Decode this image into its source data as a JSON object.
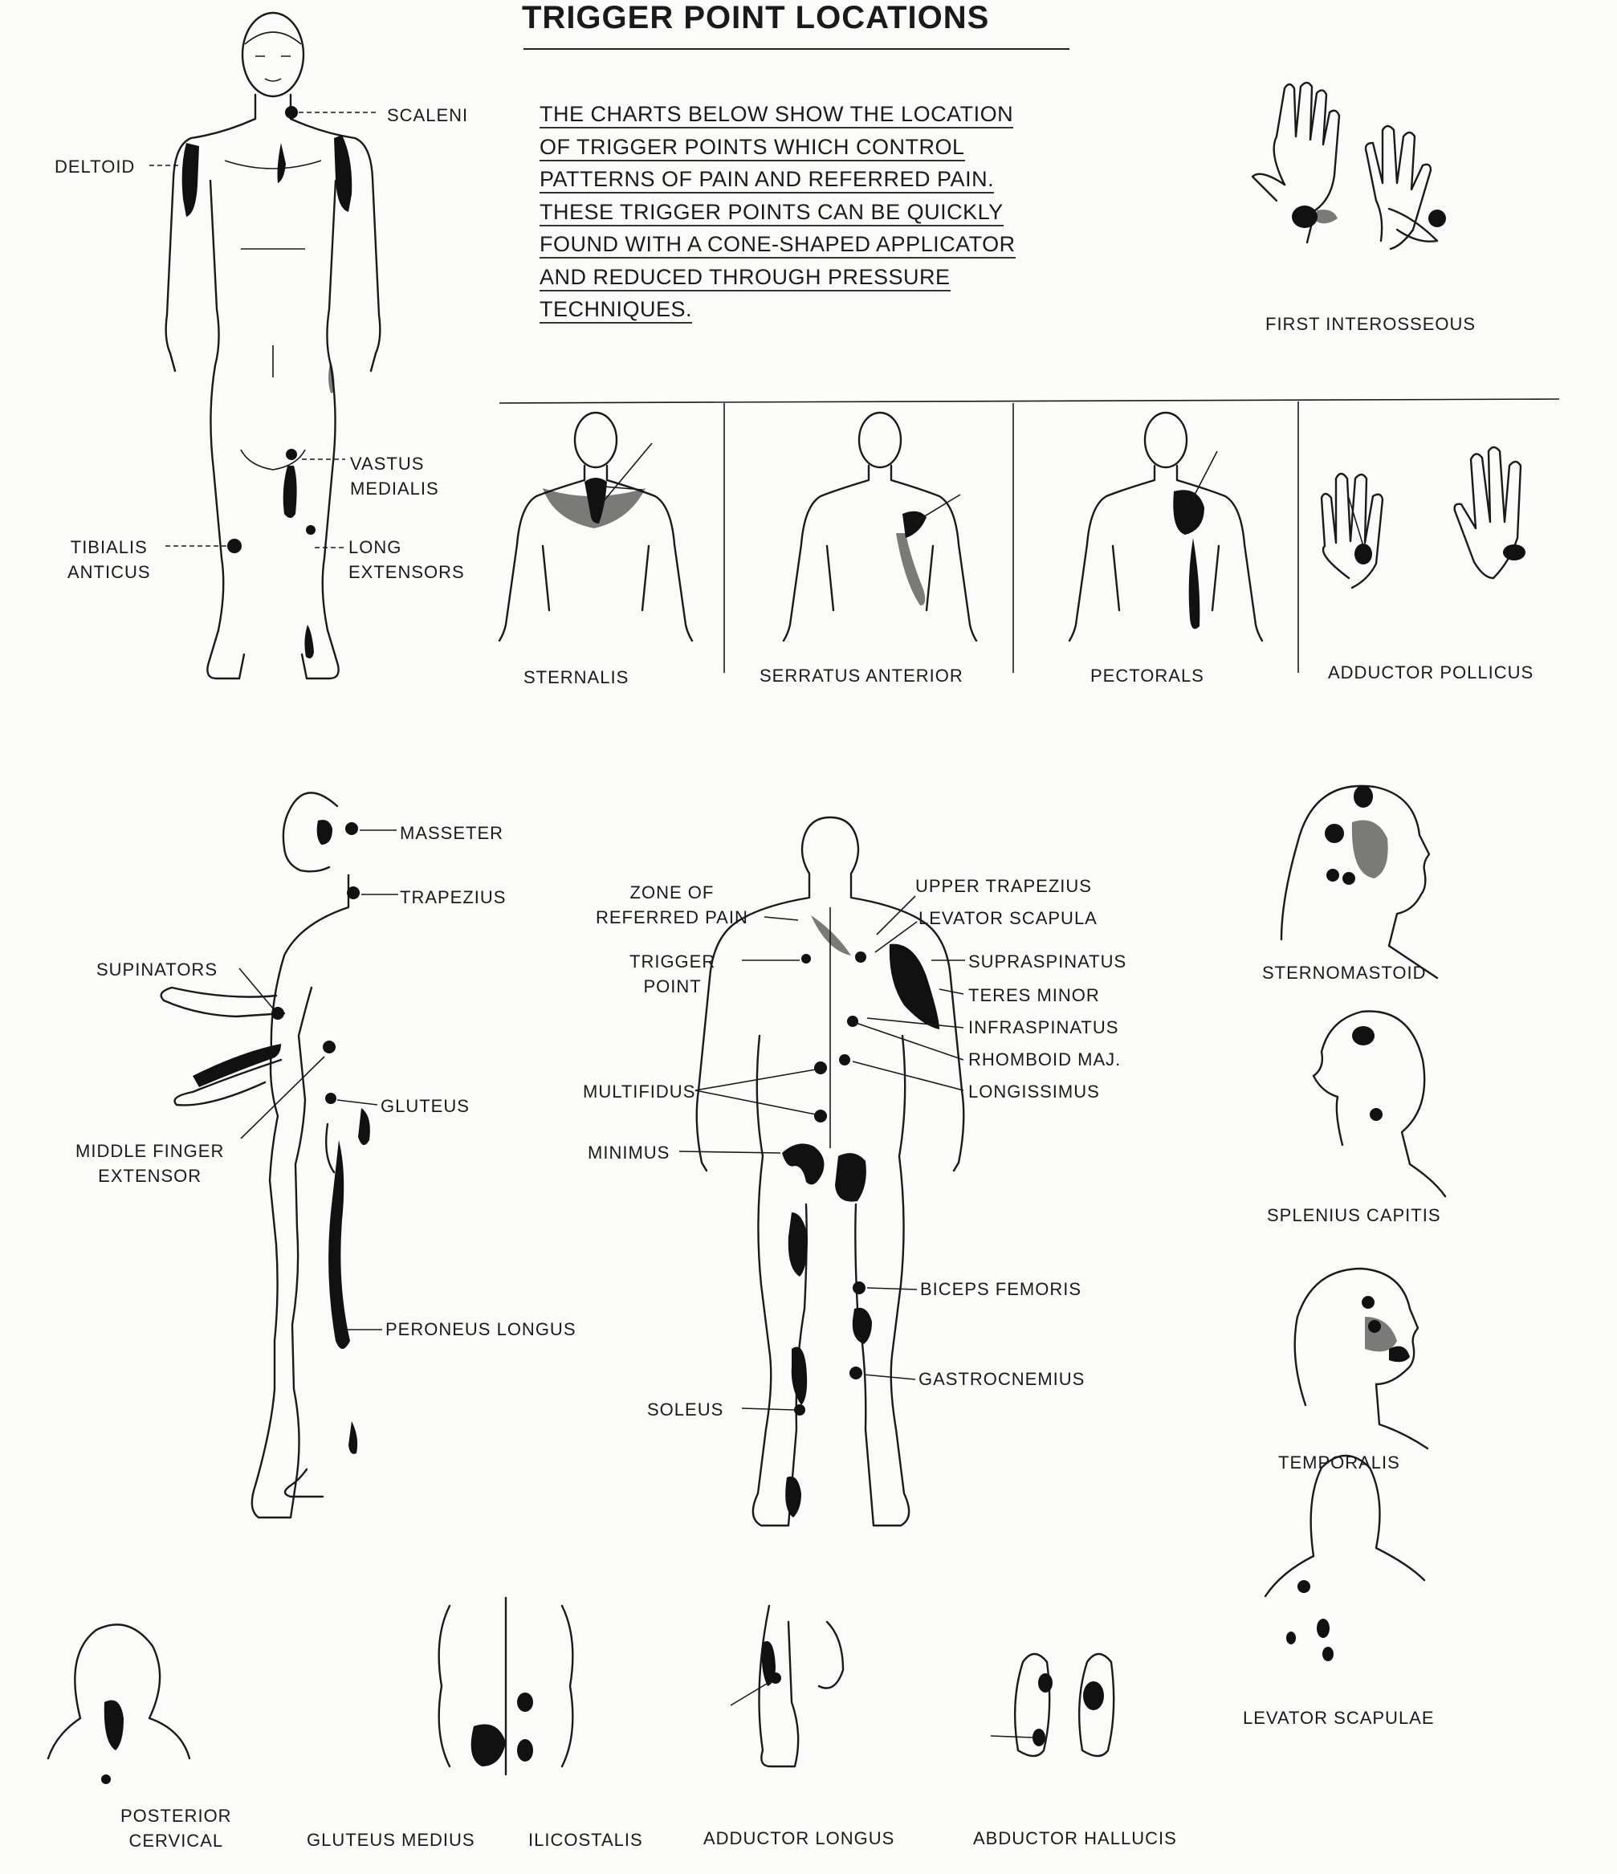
{
  "title": "TRIGGER POINT LOCATIONS",
  "intro": [
    "THE CHARTS BELOW SHOW THE LOCATION",
    "OF TRIGGER POINTS WHICH CONTROL",
    "PATTERNS OF PAIN AND REFERRED PAIN.",
    "THESE TRIGGER POINTS CAN BE QUICKLY",
    "FOUND WITH A CONE-SHAPED APPLICATOR",
    "AND REDUCED THROUGH PRESSURE",
    "TECHNIQUES."
  ],
  "front": {
    "scaleni": "SCALENI",
    "deltoid": "DELTOID",
    "vastus_medialis": [
      "VASTUS",
      "MEDIALIS"
    ],
    "tibialis_anticus": [
      "TIBIALIS",
      "ANTICUS"
    ],
    "long_extensors": [
      "LONG",
      "EXTENSORS"
    ]
  },
  "first_interosseous": "FIRST INTEROSSEOUS",
  "row_panels": [
    "STERNALIS",
    "SERRATUS ANTERIOR",
    "PECTORALS",
    "ADDUCTOR POLLICUS"
  ],
  "side": {
    "masseter": "MASSETER",
    "trapezius": "TRAPEZIUS",
    "supinators": "SUPINATORS",
    "gluteus": "GLUTEUS",
    "middle_finger_extensor": [
      "MIDDLE FINGER",
      "EXTENSOR"
    ],
    "peroneus_longus": "PERONEUS LONGUS"
  },
  "back": {
    "zone": [
      "ZONE OF",
      "REFERRED PAIN"
    ],
    "trigger": [
      "TRIGGER",
      "POINT"
    ],
    "multifidus": "MULTIFIDUS",
    "minimus": "MINIMUS",
    "soleus": "SOLEUS",
    "upper_trapezius": "UPPER TRAPEZIUS",
    "levator_scapula": "LEVATOR SCAPULA",
    "supraspinatus": "SUPRASPINATUS",
    "teres_minor": "TERES MINOR",
    "infraspinatus": "INFRASPINATUS",
    "rhomboid_maj": "RHOMBOID MAJ.",
    "longissimus": "LONGISSIMUS",
    "biceps_femoris": "BICEPS FEMORIS",
    "gastrocnemius": "GASTROCNEMIUS"
  },
  "heads": [
    "STERNOMASTOID",
    "SPLENIUS CAPITIS",
    "TEMPORALIS",
    "LEVATOR SCAPULAE"
  ],
  "bottom": {
    "posterior_cervical": [
      "POSTERIOR",
      "CERVICAL"
    ],
    "gluteus_medius": "GLUTEUS MEDIUS",
    "ilicostalis": "ILICOSTALIS",
    "adductor_longus": "ADDUCTOR LONGUS",
    "abductor_hallucis": "ABDUCTOR HALLUCIS"
  }
}
